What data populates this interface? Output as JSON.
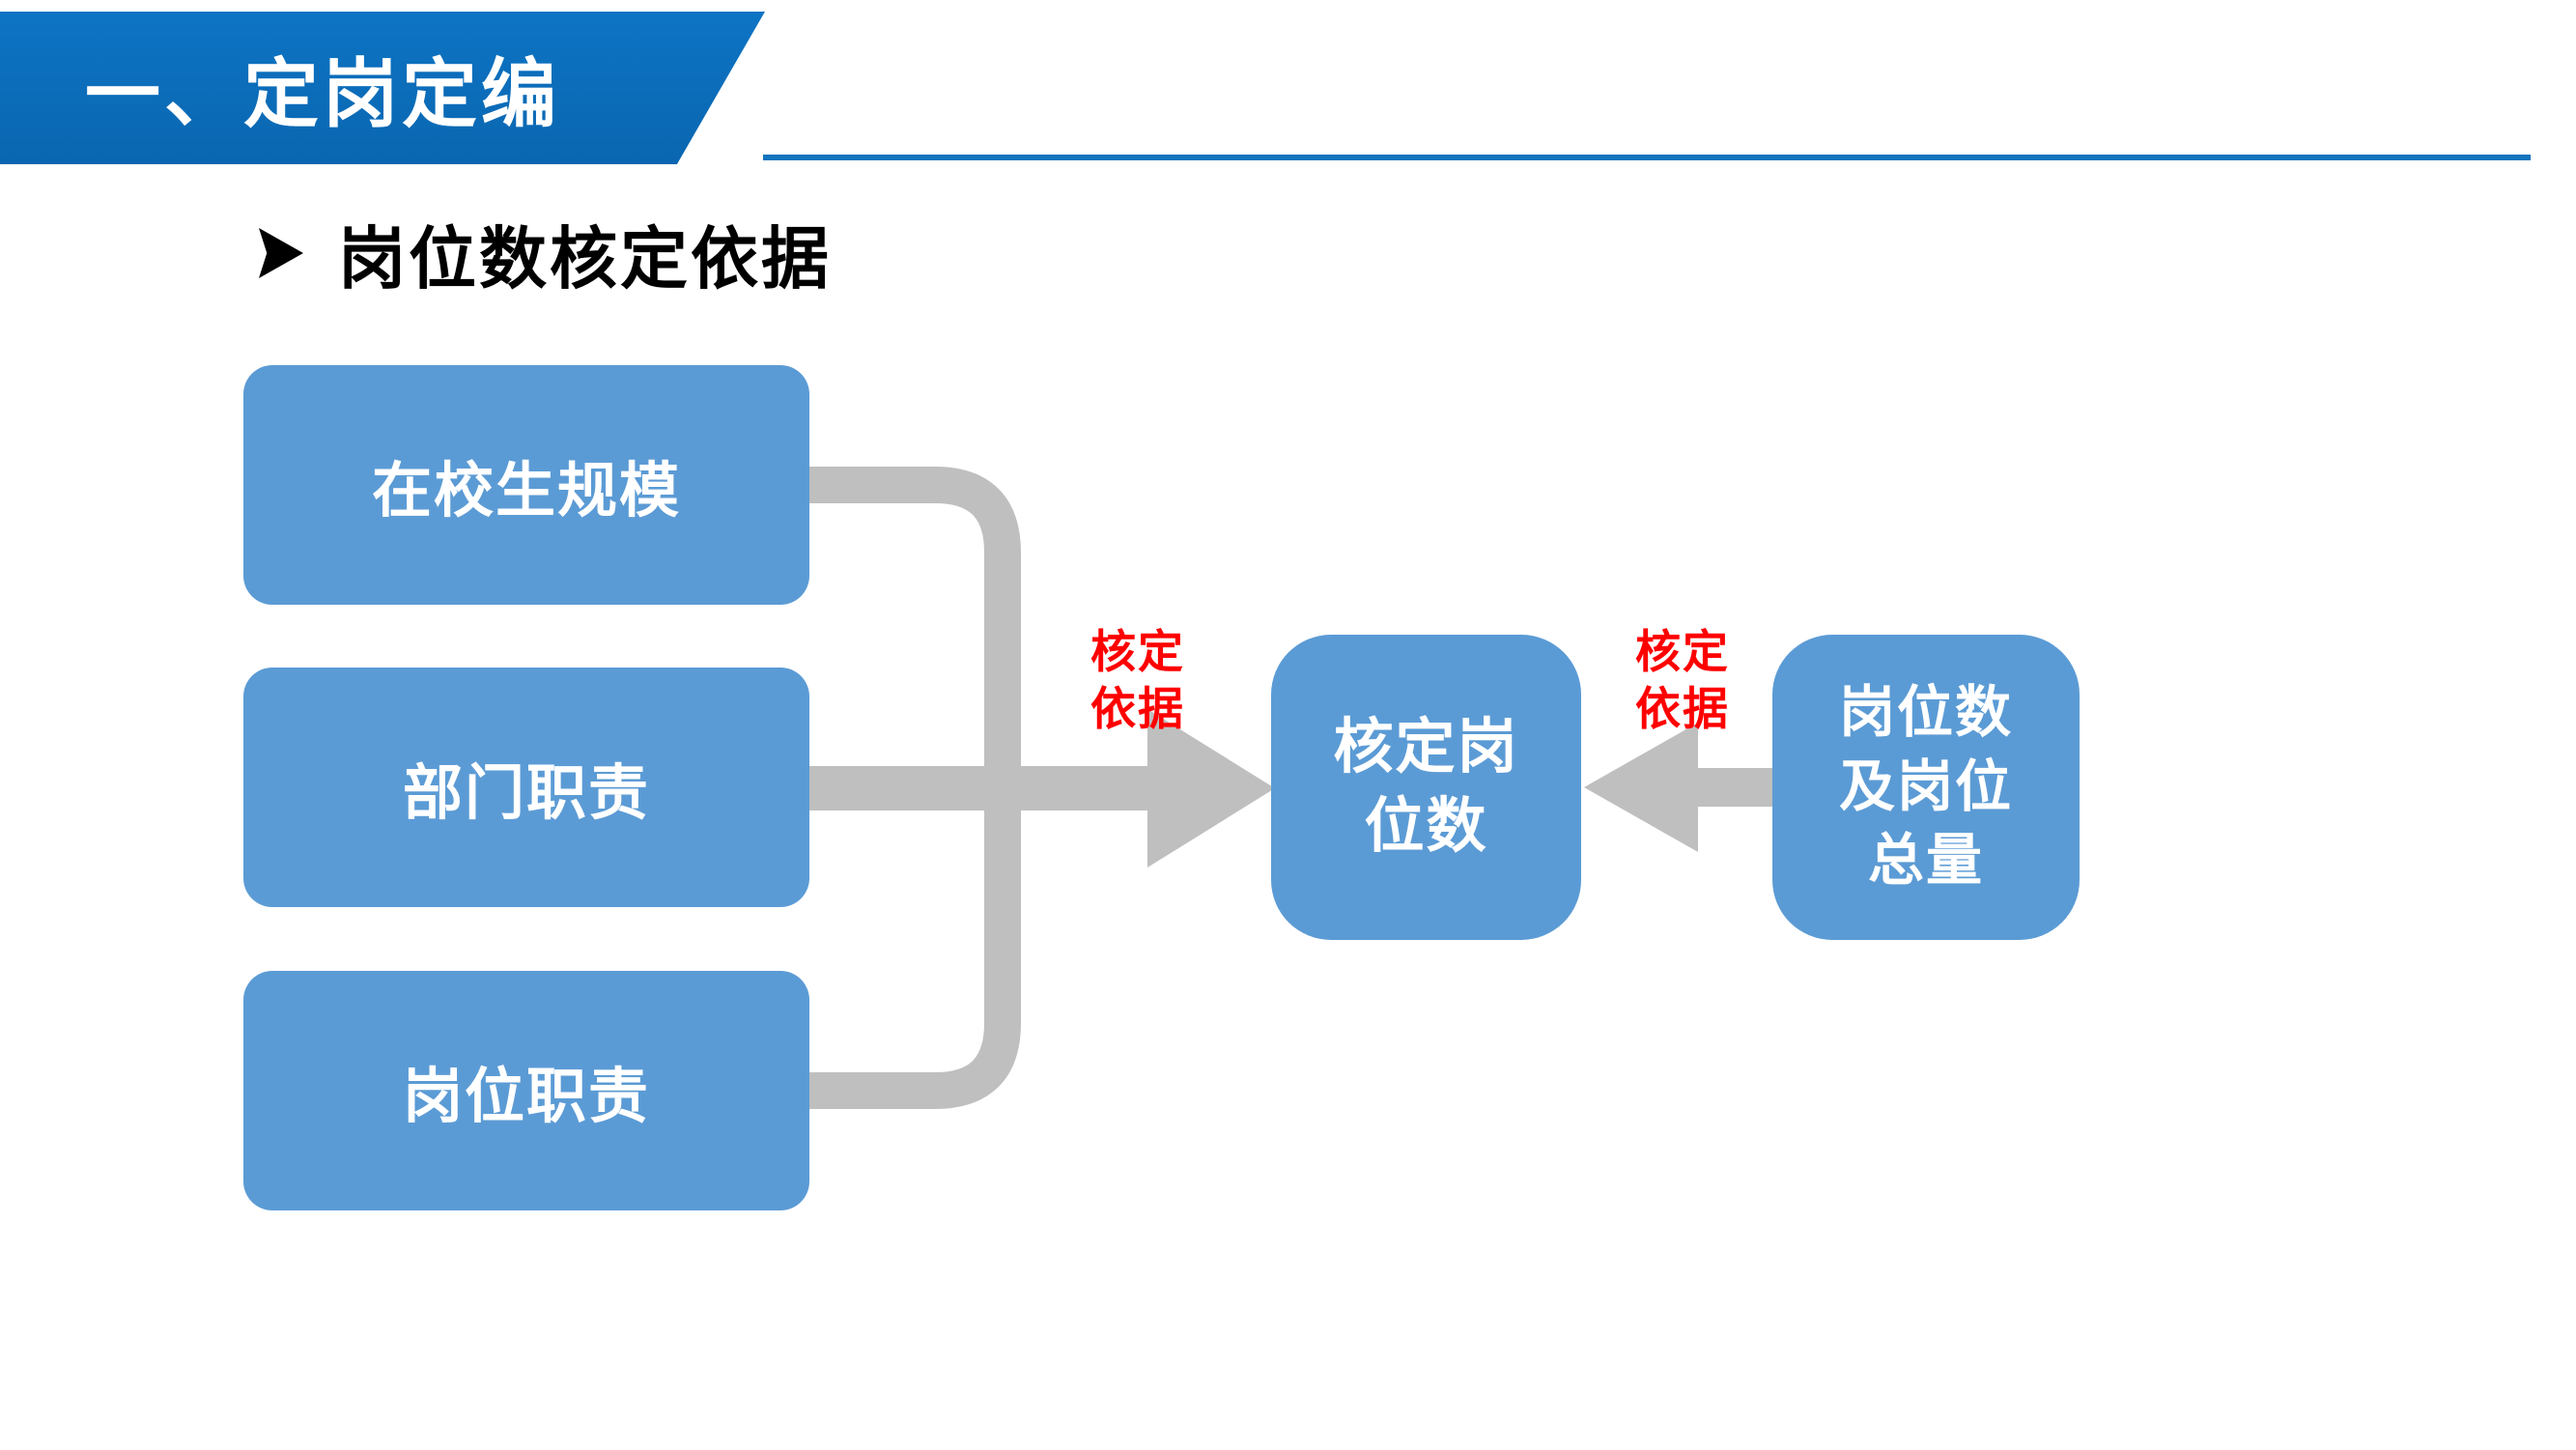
{
  "header": {
    "title": "一、定岗定编"
  },
  "section": {
    "bullet_marker": "➢",
    "title": "岗位数核定依据"
  },
  "diagram": {
    "inputs": [
      {
        "label": "在校生规模"
      },
      {
        "label": "部门职责"
      },
      {
        "label": "岗位职责"
      }
    ],
    "center": {
      "label": "核定岗\n位数"
    },
    "right": {
      "label": "岗位数\n及岗位\n总量"
    },
    "left_arrow_label": "核定\n依据",
    "right_arrow_label": "核定\n依据"
  },
  "colors": {
    "banner_blue": "#0a66b0",
    "rule_blue": "#1274bd",
    "box_blue": "#5B9BD5",
    "connector_gray": "#BFBFBF",
    "label_red": "#FF0000",
    "text_black": "#000000",
    "box_text_white": "#FFFFFF"
  }
}
